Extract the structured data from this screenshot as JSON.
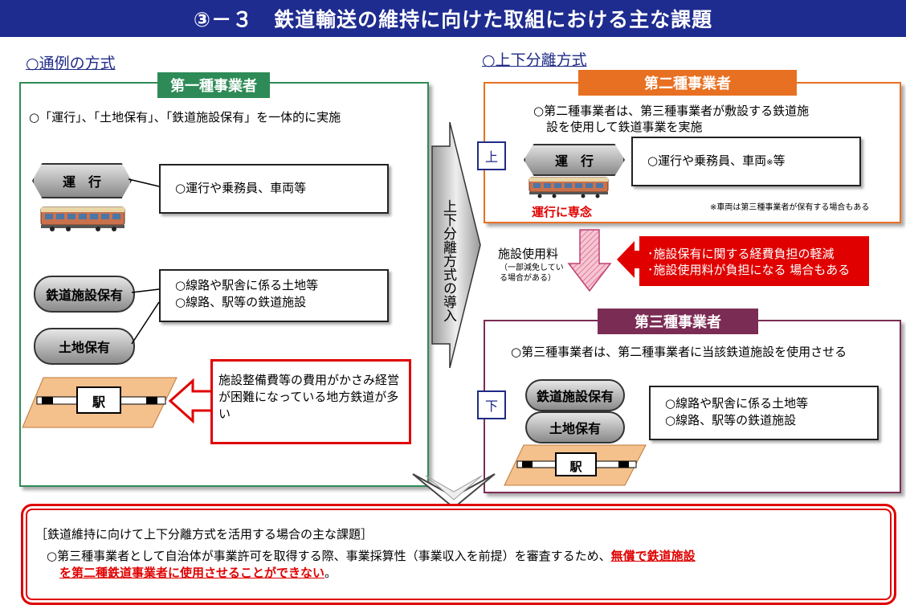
{
  "header": {
    "title": "③－３　鉄道輸送の維持に向けた取組における主な課題"
  },
  "left": {
    "section_title": "○通例の方式",
    "panel_label": "第一種事業者",
    "intro": "○「運行」、「土地保有」、「鉄道施設保有」を一体的に実施",
    "operation_label": "運　行",
    "operation_desc": "○運行や乗務員、車両等",
    "facility_label": "鉄道施設保有",
    "land_label": "土地保有",
    "facility_desc_1": "○線路や駅舎に係る土地等",
    "facility_desc_2": "○線路、駅等の鉄道施設",
    "station_label": "駅",
    "problem_text": "施設整備費等の費用がかさみ経営が困難になっている地方鉄道が多い"
  },
  "arrow_mid": {
    "text": "上下分離方式の導入"
  },
  "right": {
    "section_title": "○上下分離方式",
    "upper_tag": "上",
    "second_label": "第二種事業者",
    "second_intro_1": "○第二種事業者は、第三種事業者が敷設する鉄道施",
    "second_intro_2": "設を使用して鉄道事業を実施",
    "operation_label": "運　行",
    "operation_desc_pre": "○運行や乗務員、車両",
    "operation_desc_note": "※",
    "operation_desc_post": "等",
    "focus_label": "運行に専念",
    "vehicle_note": "※車両は第三種事業者が保有する場合もある",
    "fee_label": "施設使用料",
    "fee_note": "（一部減免している場合がある）",
    "merit_1": "･施設保有に関する経費負担の軽減",
    "merit_2": "･施設使用料が負担になる 場合もある",
    "third_label": "第三種事業者",
    "third_intro": "○第三種事業者は、第二種事業者に当該鉄道施設を使用させる",
    "lower_tag": "下",
    "facility_label": "鉄道施設保有",
    "land_label": "土地保有",
    "facility_desc_1": "○線路や駅舎に係る土地等",
    "facility_desc_2": "○線路、駅等の鉄道施設",
    "station_label": "駅"
  },
  "bottom": {
    "heading": "［鉄道維持に向けて上下分離方式を活用する場合の主な課題］",
    "line1_pre": "○第三種事業者として自治体が事業許可を取得する際、事業採算性（事業収入を前提）を審査するため、",
    "line1_emph": "無償で鉄道施設",
    "line2_emph": "を第二種鉄道事業者に使用させることができない",
    "line2_post": "。"
  },
  "colors": {
    "banner": "#1e2b8f",
    "green": "#2e8b57",
    "orange": "#e87022",
    "purple": "#7b2c54",
    "red": "#e00000"
  }
}
